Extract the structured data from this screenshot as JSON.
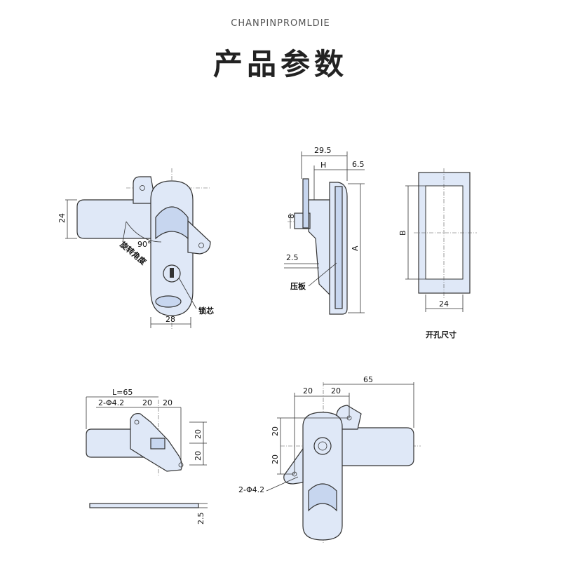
{
  "header": {
    "subtitle": "CHANPINPROMLDIE",
    "title": "产品参数"
  },
  "front_view": {
    "dim_24": "24",
    "dim_28": "28",
    "angle": "90°",
    "angle_label": "旋转角度",
    "core_label": "锁芯"
  },
  "side_view": {
    "dim_29_5": "29.5",
    "dim_H": "H",
    "dim_6_5": "6.5",
    "dim_8": "8",
    "dim_2_5": "2.5",
    "dim_A": "A",
    "plate_label": "压板"
  },
  "cutout_view": {
    "dim_B": "B",
    "dim_24": "24",
    "caption": "开孔尺寸"
  },
  "bottom_left": {
    "dim_L": "L=65",
    "dim_hole": "2-Φ4.2",
    "dim_20a": "20",
    "dim_20b": "20",
    "dim_20c": "20",
    "dim_20d": "20",
    "dim_2_5": "2.5"
  },
  "bottom_right": {
    "dim_20a": "20",
    "dim_20b": "20",
    "dim_65": "65",
    "dim_20c": "20",
    "dim_20d": "20",
    "dim_hole": "2-Φ4.2"
  },
  "colors": {
    "part_fill": "#dfe8f7",
    "part_shade": "#c7d6ef",
    "ink": "#333333"
  }
}
